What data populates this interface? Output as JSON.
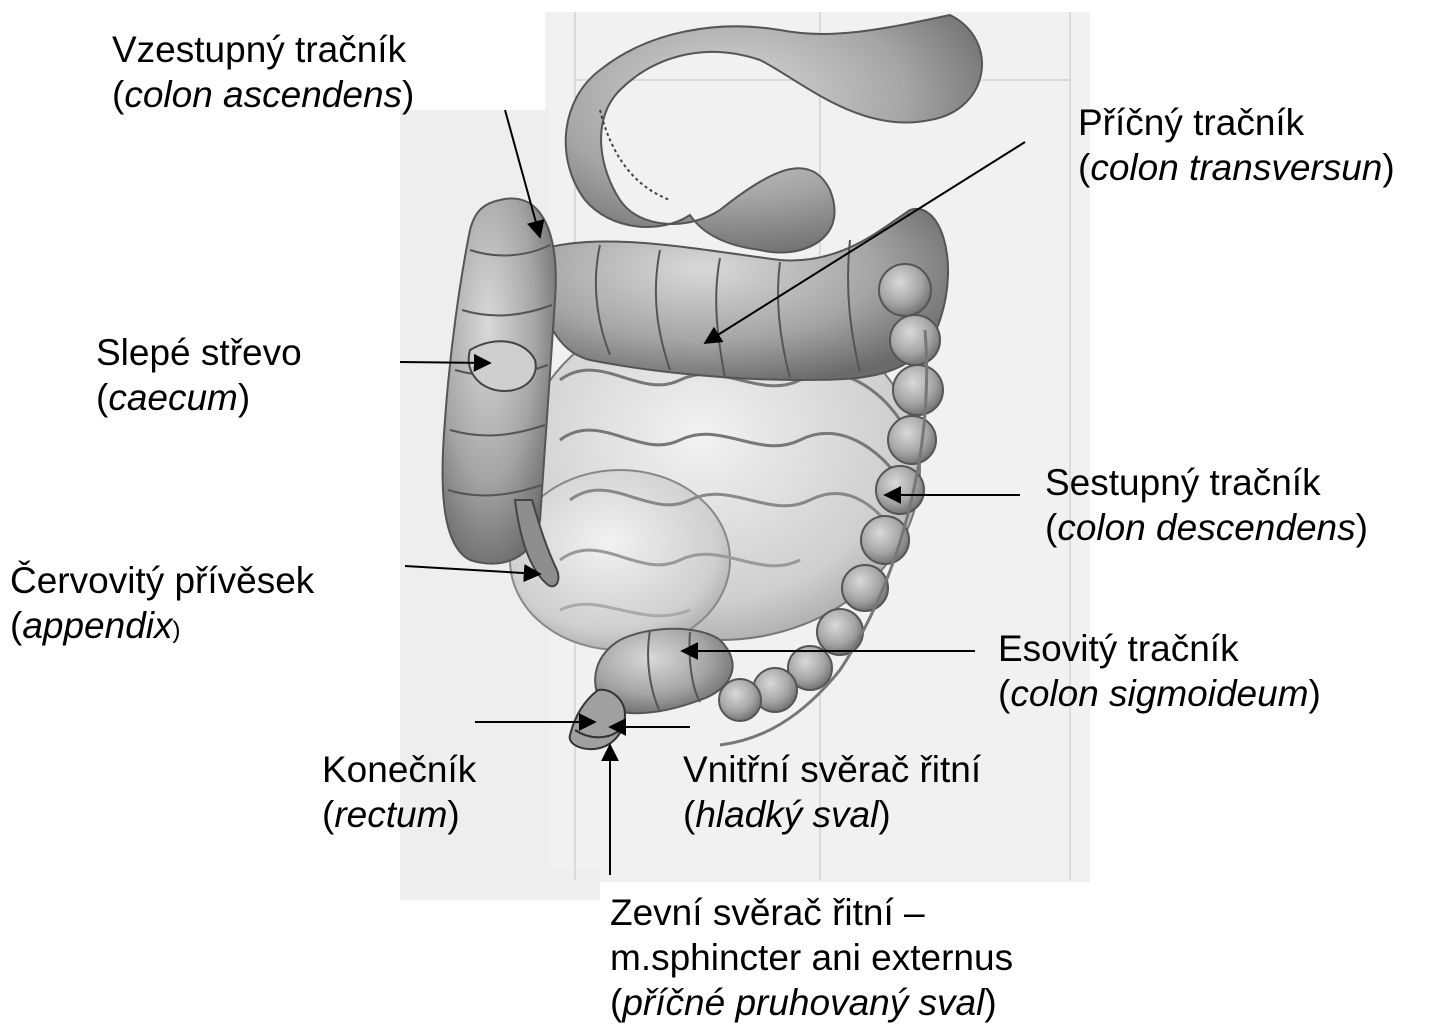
{
  "labels": {
    "ascending": {
      "name": "Vzestupný tračník",
      "latin": "colon ascendens"
    },
    "transverse": {
      "name": "Příčný tračník",
      "latin": "colon transversun"
    },
    "cecum": {
      "name": "Slepé střevo",
      "latin": "caecum"
    },
    "descending": {
      "name": "Sestupný tračník",
      "latin": "colon descendens"
    },
    "appendix": {
      "name": "Červovitý přívěsek",
      "latin": "appendix"
    },
    "sigmoid": {
      "name": "Esovitý tračník",
      "latin": "colon sigmoideum"
    },
    "rectum": {
      "name": "Konečník",
      "latin": "rectum"
    },
    "internal_sphincter": {
      "name": "Vnitřní svěrač řitní",
      "latin": "hladký sval"
    },
    "external_sphincter": {
      "name": "Zevní svěrač řitní –",
      "line2": "m.sphincter ani externus",
      "latin": "příčné pruhovaný sval"
    }
  },
  "colors": {
    "tissue": "#9a9a9a",
    "tissue_dark": "#5a5a5a",
    "tissue_light": "#d8d8d8",
    "background_scan": "#eeeeee",
    "arrow": "#000000"
  }
}
